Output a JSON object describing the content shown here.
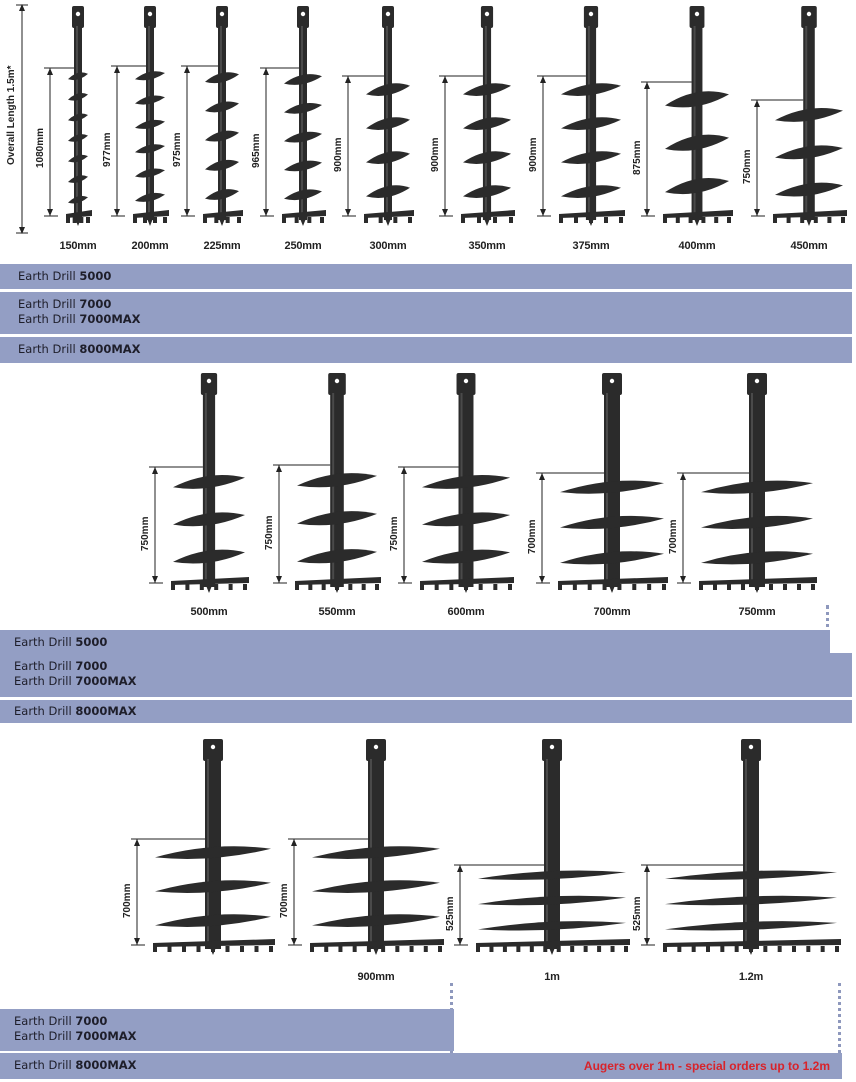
{
  "overall_length_label": "Overall Length 1.5m*",
  "groups": [
    {
      "augers": [
        {
          "size": "150mm",
          "flight_length": "1080mm"
        },
        {
          "size": "200mm",
          "flight_length": "977mm"
        },
        {
          "size": "225mm",
          "flight_length": "975mm"
        },
        {
          "size": "250mm",
          "flight_length": "965mm"
        },
        {
          "size": "300mm",
          "flight_length": "900mm"
        },
        {
          "size": "350mm",
          "flight_length": "900mm"
        },
        {
          "size": "375mm",
          "flight_length": "900mm"
        },
        {
          "size": "400mm",
          "flight_length": "875mm"
        },
        {
          "size": "450mm",
          "flight_length": "750mm"
        }
      ],
      "bands": [
        {
          "prefix": "Earth Drill",
          "models": [
            "5000"
          ]
        },
        {
          "prefix": "Earth Drill",
          "models": [
            "7000",
            "7000MAX"
          ]
        },
        {
          "prefix": "Earth Drill",
          "models": [
            "8000MAX"
          ]
        }
      ]
    },
    {
      "augers": [
        {
          "size": "500mm",
          "flight_length": "750mm"
        },
        {
          "size": "550mm",
          "flight_length": "750mm"
        },
        {
          "size": "600mm",
          "flight_length": "750mm"
        },
        {
          "size": "700mm",
          "flight_length": "700mm"
        },
        {
          "size": "750mm",
          "flight_length": "700mm"
        }
      ],
      "bands": [
        {
          "prefix": "Earth Drill",
          "models": [
            "5000"
          ]
        },
        {
          "prefix": "Earth Drill",
          "models": [
            "7000",
            "7000MAX"
          ]
        },
        {
          "prefix": "Earth Drill",
          "models": [
            "8000MAX"
          ]
        }
      ]
    },
    {
      "augers": [
        {
          "size": "",
          "flight_length": "700mm"
        },
        {
          "size": "900mm",
          "flight_length": "700mm"
        },
        {
          "size": "1m",
          "flight_length": "525mm"
        },
        {
          "size": "1.2m",
          "flight_length": "525mm"
        }
      ],
      "bands": [
        {
          "prefix": "Earth Drill",
          "models": [
            "7000",
            "7000MAX"
          ]
        },
        {
          "prefix": "Earth Drill",
          "models": [
            "8000MAX"
          ]
        }
      ],
      "note": "Augers over 1m - special orders up to 1.2m"
    }
  ],
  "colors": {
    "band": "#939ec4",
    "auger": "#2b2b2b",
    "note": "#d8232a"
  }
}
